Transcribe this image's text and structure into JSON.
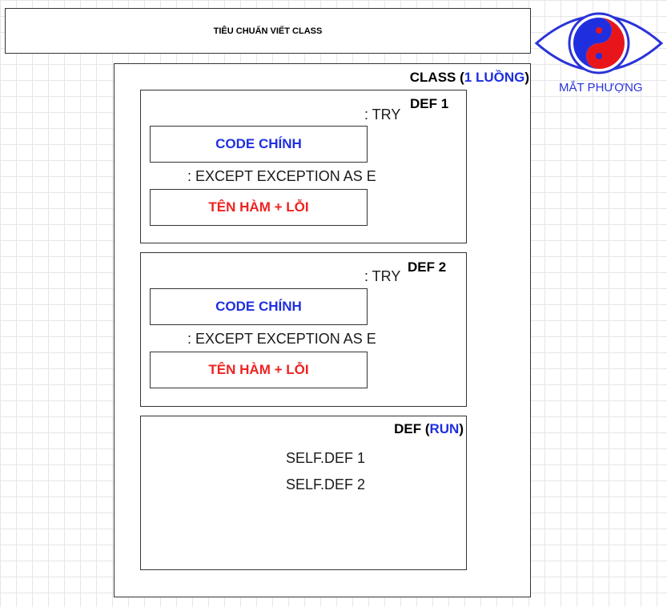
{
  "header": {
    "title": "TIÊU CHUẨN VIẾT CLASS"
  },
  "class_block": {
    "label_prefix": "CLASS (",
    "label_highlight": "1 LUỒNG",
    "label_suffix": ")"
  },
  "def1": {
    "label": "DEF 1",
    "try": ": TRY",
    "code_label": "CODE CHÍNH",
    "except": ": EXCEPT EXCEPTION AS E",
    "error_label": "TÊN HÀM + LỖI"
  },
  "def2": {
    "label": "DEF 2",
    "try": ": TRY",
    "code_label": "CODE CHÍNH",
    "except": ": EXCEPT EXCEPTION AS E",
    "error_label": "TÊN HÀM + LỖI"
  },
  "def_run": {
    "label_prefix": "DEF (",
    "label_highlight": "RUN",
    "label_suffix": ")",
    "calls": [
      "SELF.DEF 1",
      "SELF.DEF 2"
    ]
  },
  "logo": {
    "caption": "MẮT PHƯỢNG",
    "icon": "eye-yin-yang-icon"
  },
  "colors": {
    "code_blue": "#1f2fe0",
    "error_red": "#ee2222",
    "logo_blue": "#2a33d8",
    "logo_red": "#e8161b"
  }
}
